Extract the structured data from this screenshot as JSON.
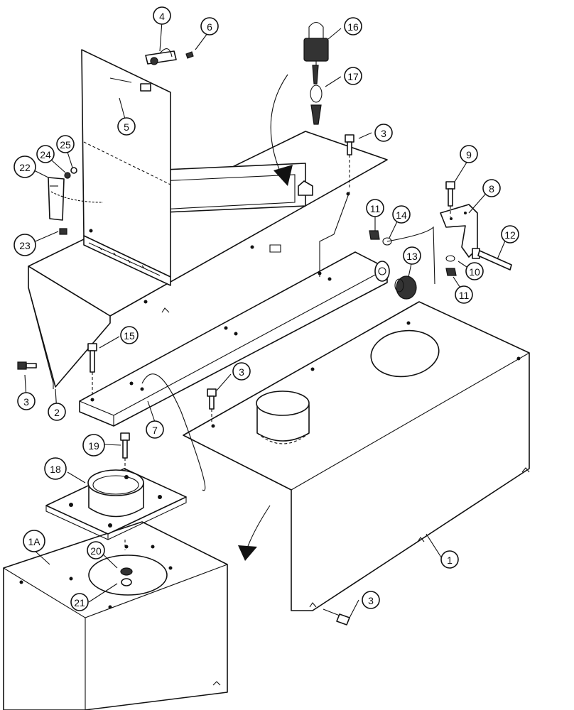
{
  "callouts": [
    {
      "id": "c1",
      "label": "1"
    },
    {
      "id": "c1a",
      "label": "1A"
    },
    {
      "id": "c2",
      "label": "2"
    },
    {
      "id": "c3a",
      "label": "3"
    },
    {
      "id": "c3b",
      "label": "3"
    },
    {
      "id": "c3c",
      "label": "3"
    },
    {
      "id": "c3d",
      "label": "3"
    },
    {
      "id": "c4",
      "label": "4"
    },
    {
      "id": "c5",
      "label": "5"
    },
    {
      "id": "c6",
      "label": "6"
    },
    {
      "id": "c7",
      "label": "7"
    },
    {
      "id": "c8",
      "label": "8"
    },
    {
      "id": "c9",
      "label": "9"
    },
    {
      "id": "c10",
      "label": "10"
    },
    {
      "id": "c11a",
      "label": "11"
    },
    {
      "id": "c11b",
      "label": "11"
    },
    {
      "id": "c12",
      "label": "12"
    },
    {
      "id": "c13",
      "label": "13"
    },
    {
      "id": "c14",
      "label": "14"
    },
    {
      "id": "c15",
      "label": "15"
    },
    {
      "id": "c16",
      "label": "16"
    },
    {
      "id": "c17",
      "label": "17"
    },
    {
      "id": "c18",
      "label": "18"
    },
    {
      "id": "c19",
      "label": "19"
    },
    {
      "id": "c20",
      "label": "20"
    },
    {
      "id": "c21",
      "label": "21"
    },
    {
      "id": "c22",
      "label": "22"
    },
    {
      "id": "c23",
      "label": "23"
    },
    {
      "id": "c24",
      "label": "24"
    },
    {
      "id": "c25",
      "label": "25"
    }
  ]
}
